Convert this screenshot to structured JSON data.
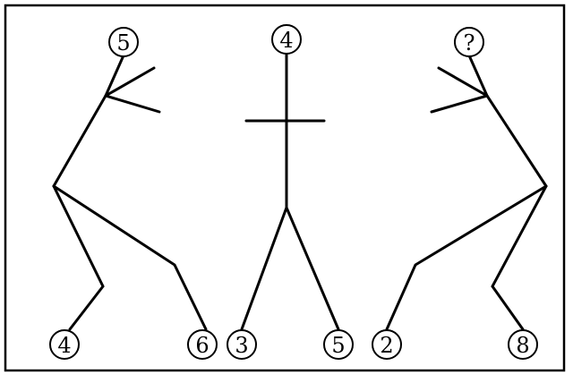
{
  "colors": {
    "stroke": "#000000",
    "background": "#ffffff"
  },
  "figures": [
    {
      "name": "left-figure",
      "head": "5",
      "left_foot": "4",
      "right_foot": "6"
    },
    {
      "name": "middle-figure",
      "head": "4",
      "left_foot": "3",
      "right_foot": "5"
    },
    {
      "name": "right-figure",
      "head": "?",
      "left_foot": "2",
      "right_foot": "8"
    }
  ]
}
